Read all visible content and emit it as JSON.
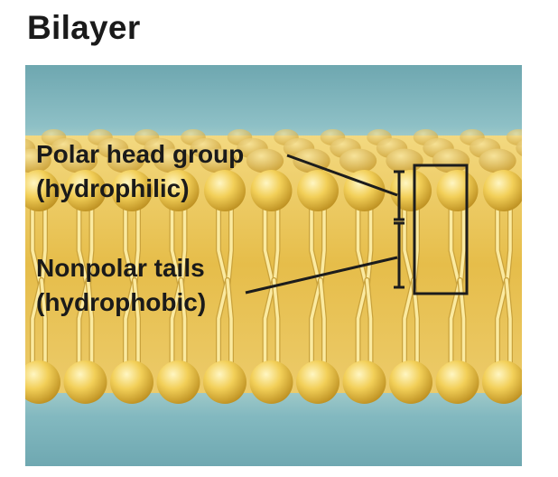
{
  "title": "Bilayer",
  "labels": {
    "head_line1": "Polar head group",
    "head_line2": "(hydrophilic)",
    "tail_line1": "Nonpolar tails",
    "tail_line2": "(hydrophobic)"
  },
  "colors": {
    "water": "#7fb7bf",
    "core": "#ecc656",
    "head": "#e2bb3a",
    "tail": "#fbeaa0",
    "outline": "#1c1c1c"
  }
}
